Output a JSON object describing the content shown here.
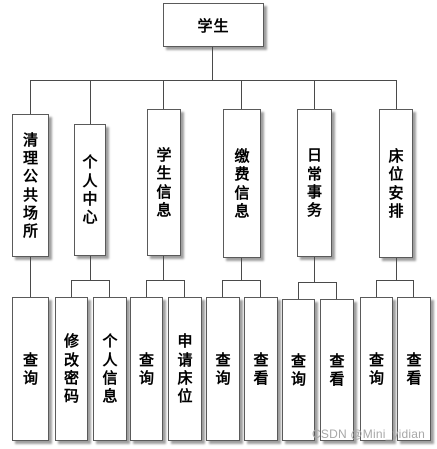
{
  "root": "学生",
  "modules": [
    {
      "label": "清理公共场所",
      "children": [
        "查询"
      ]
    },
    {
      "label": "个人中心",
      "children": [
        "修改密码",
        "个人信息"
      ]
    },
    {
      "label": "学生信息",
      "children": [
        "查询",
        "申请床位"
      ]
    },
    {
      "label": "缴费信息",
      "children": [
        "查询",
        "查看"
      ]
    },
    {
      "label": "日常事务",
      "children": [
        "查询",
        "查看"
      ]
    },
    {
      "label": "床位安排",
      "children": [
        "查询",
        "查看"
      ]
    }
  ],
  "watermark": "CSDN @Mini_yidian",
  "colors": {
    "border": "#5a5a5a",
    "line": "#4a4a4a",
    "shadow": "#9a9a9a",
    "text": "#000000"
  }
}
